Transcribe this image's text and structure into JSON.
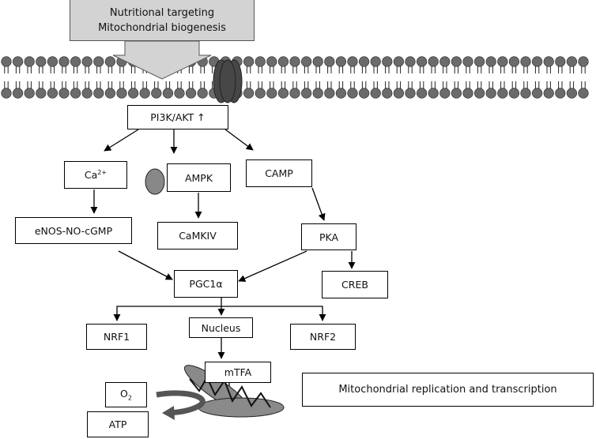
{
  "banner": {
    "line1": "Nutritional targeting",
    "line2": "Mitochondrial biogenesis"
  },
  "nodes": {
    "pi3k": "PI3K/AKT ↑",
    "ca": "Ca",
    "ca_sup": "2+",
    "ampk": "AMPK",
    "camp": "CAMP",
    "enos": "eNOS-NO-cGMP",
    "camkiv": "CaMKIV",
    "pka": "PKA",
    "pgc": "PGC1α",
    "creb": "CREB",
    "nrf1": "NRF1",
    "nucleus": "Nucleus",
    "nrf2": "NRF2",
    "mtfa": "mTFA",
    "o2": "O",
    "o2_sub": "2",
    "atp": "ATP"
  },
  "caption": "Mitochondrial replication and transcription",
  "colors": {
    "banner": "#d3d3d3",
    "membrane_head": "#6b6b6b",
    "protein": "#444444",
    "dna": "#888888"
  }
}
